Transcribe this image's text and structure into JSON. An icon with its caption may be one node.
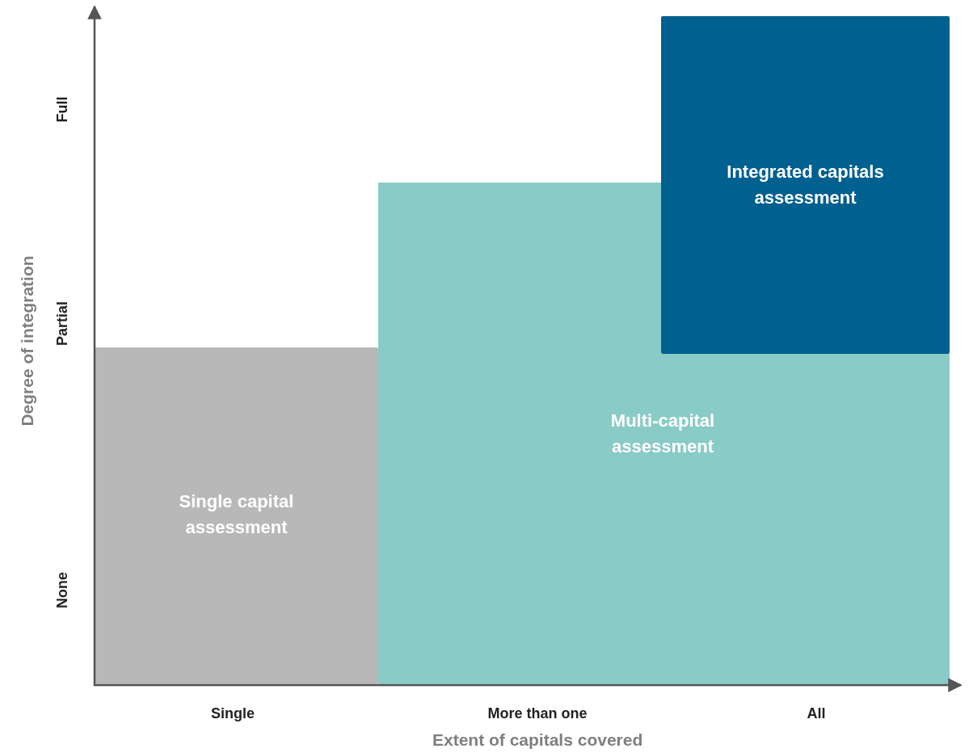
{
  "diagram": {
    "nodes": [
      {
        "text": [
          "Integrated capitals assessment"
        ]
      },
      {
        "text": [
          "Multi-capital assessment"
        ]
      },
      {
        "text": [
          "Single capital assessment"
        ]
      }
    ],
    "labels": [
      "Full",
      "Partial",
      "None",
      "Degree of integration",
      "Single",
      "More than one",
      "All",
      "Extent of capitals covered"
    ]
  }
}
